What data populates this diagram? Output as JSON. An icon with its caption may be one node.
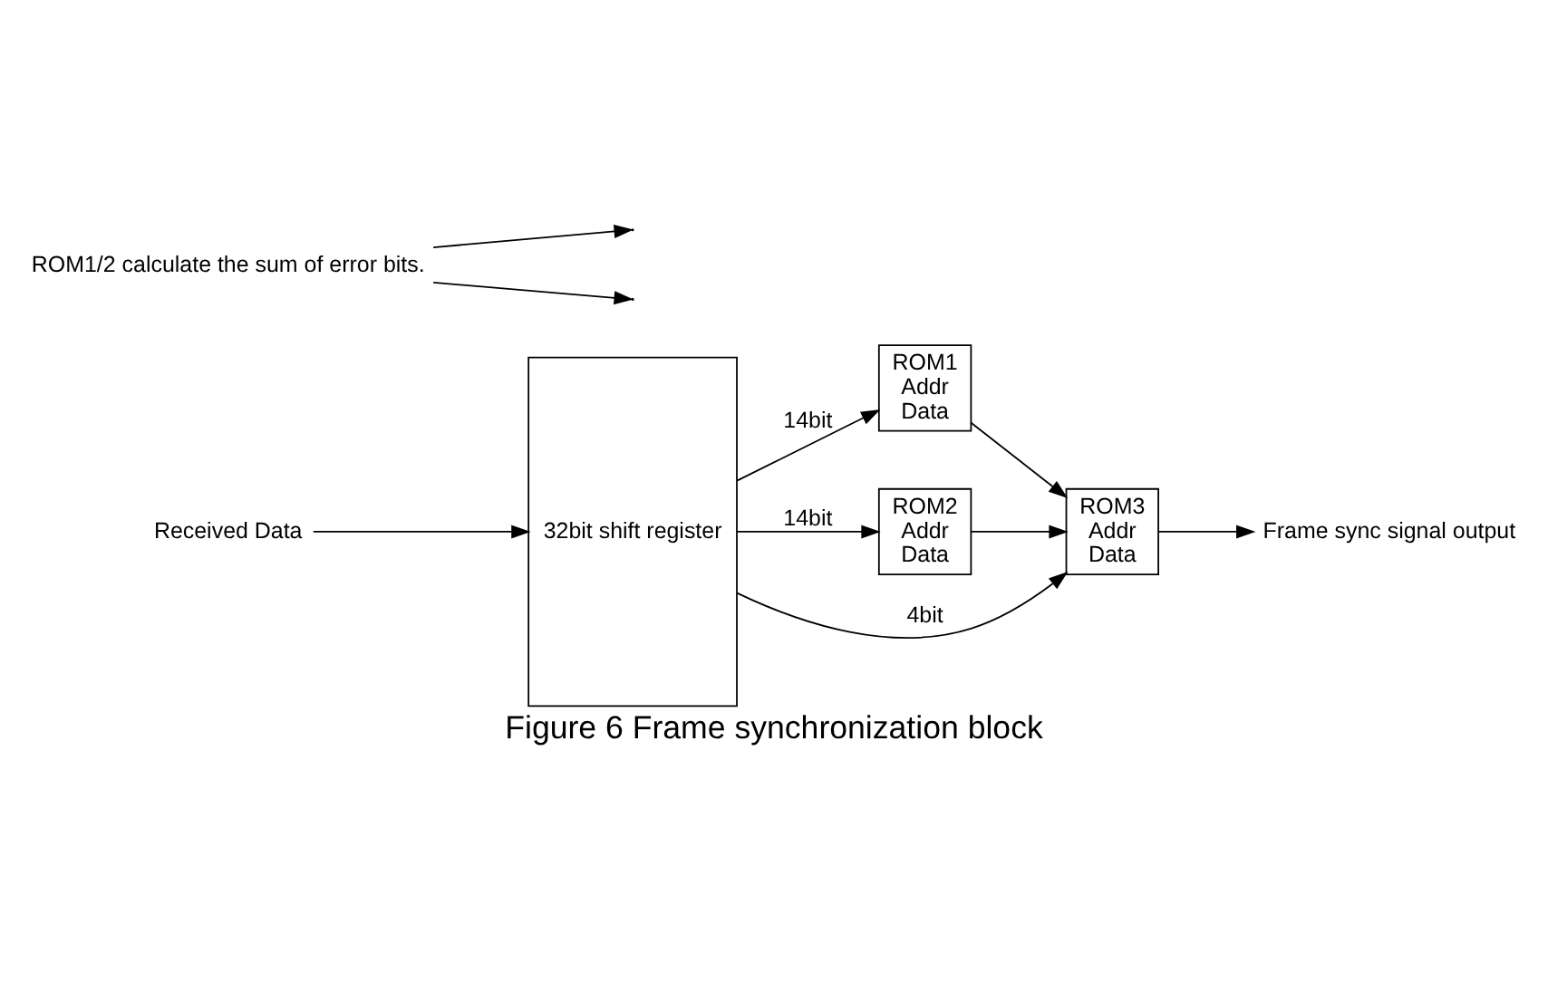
{
  "diagram": {
    "caption": "Figure 6 Frame synchronization block",
    "nodes": [
      {
        "text": [
          "Received Data"
        ]
      },
      {
        "text": [
          "32bit shift register"
        ]
      },
      {
        "text": [
          "ROM1",
          "Addr",
          "Data"
        ]
      },
      {
        "text": [
          "ROM2",
          "Addr",
          "Data"
        ]
      },
      {
        "text": [
          "ROM3",
          "Addr",
          "Data"
        ]
      },
      {
        "text": [
          "Frame sync signal output"
        ]
      },
      {
        "text": [
          "ROM1/2 calculate the sum of error bits."
        ]
      }
    ],
    "edges": [
      {
        "from": 0,
        "to": 1,
        "arrow": "to"
      },
      {
        "from": 1,
        "to": 2,
        "arrow": "to",
        "label": "14bit"
      },
      {
        "from": 1,
        "to": 3,
        "arrow": "to",
        "label": "14bit"
      },
      {
        "from": 2,
        "to": 4,
        "arrow": "to"
      },
      {
        "from": 3,
        "to": 4,
        "arrow": "to"
      },
      {
        "from": 1,
        "to": 4,
        "arrow": "to",
        "label": "4bit"
      },
      {
        "from": 4,
        "to": 5,
        "arrow": "to"
      },
      {
        "from": 6,
        "to": null,
        "arrow": "to"
      },
      {
        "from": 6,
        "to": null,
        "arrow": "to"
      }
    ]
  }
}
